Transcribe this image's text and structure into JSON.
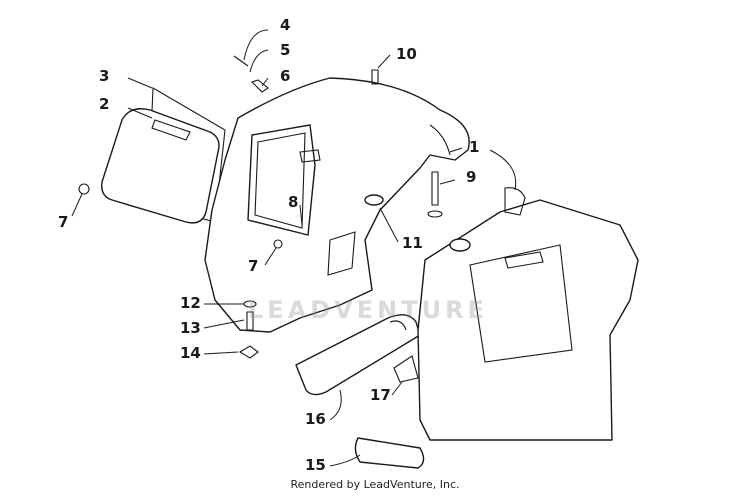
{
  "diagram": {
    "callouts": {
      "c1": "1",
      "c2": "2",
      "c3": "3",
      "c4": "4",
      "c5": "5",
      "c6": "6",
      "c7a": "7",
      "c7b": "7",
      "c8": "8",
      "c9": "9",
      "c10": "10",
      "c11": "11",
      "c12": "12",
      "c13": "13",
      "c14": "14",
      "c15": "15",
      "c16": "16",
      "c17": "17"
    },
    "watermark": "LEADVENTURE",
    "footer": "Rendered by LeadVenture, Inc."
  },
  "colors": {
    "line": "#1a1a1a",
    "background": "#ffffff"
  }
}
